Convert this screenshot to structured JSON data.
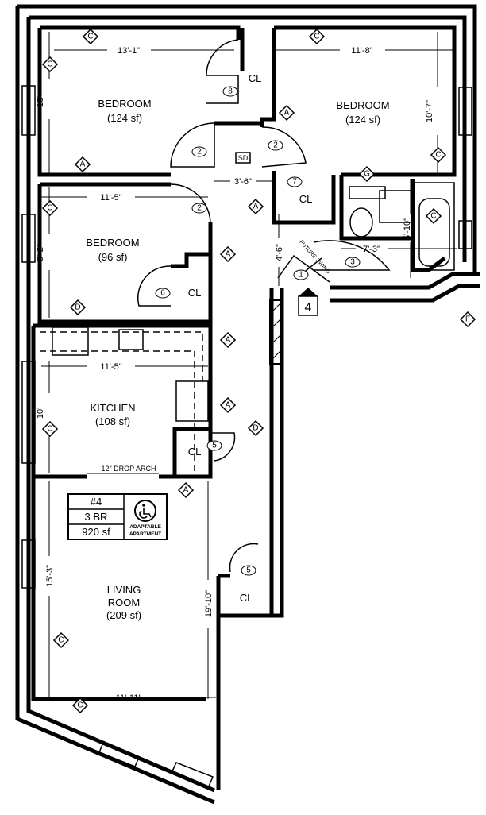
{
  "rooms": {
    "bedroom1": {
      "name": "BEDROOM",
      "area": "(124 sf)"
    },
    "bedroom2": {
      "name": "BEDROOM",
      "area": "(124 sf)"
    },
    "bedroom3": {
      "name": "BEDROOM",
      "area": "(96 sf)"
    },
    "kitchen": {
      "name": "KITCHEN",
      "area": "(108 sf)"
    },
    "living": {
      "name1": "LIVING",
      "name2": "ROOM",
      "area": "(209 sf)"
    },
    "closet": "CL",
    "smoke_detector": "SD"
  },
  "dimensions": [
    "13'-1\"",
    "11'-8\"",
    "10'",
    "10'-7\"",
    "11'-5\"",
    "3'-6\"",
    "9'-2\"",
    "4'-6\"",
    "7'-3\"",
    "5'-10\"",
    "11'-5\"",
    "10'",
    "15'-3\"",
    "19'-10\"",
    "11'-11\""
  ],
  "notes": {
    "drop_arch": "12\" DROP ARCH",
    "future_swing": "FUTURE SWING"
  },
  "door_numbers": [
    "8",
    "2",
    "2",
    "2",
    "7",
    "3",
    "6",
    "5",
    "5",
    "1"
  ],
  "tags": {
    "C": "C",
    "A": "A",
    "D": "D",
    "G": "G",
    "F": "F"
  },
  "unit_marker": "4",
  "legend": {
    "unit": "#4",
    "bedrooms": "3 BR",
    "area": "920 sf",
    "accessibility1": "ADAPTABLE",
    "accessibility2": "APARTMENT",
    "icon": "wheelchair-icon"
  }
}
